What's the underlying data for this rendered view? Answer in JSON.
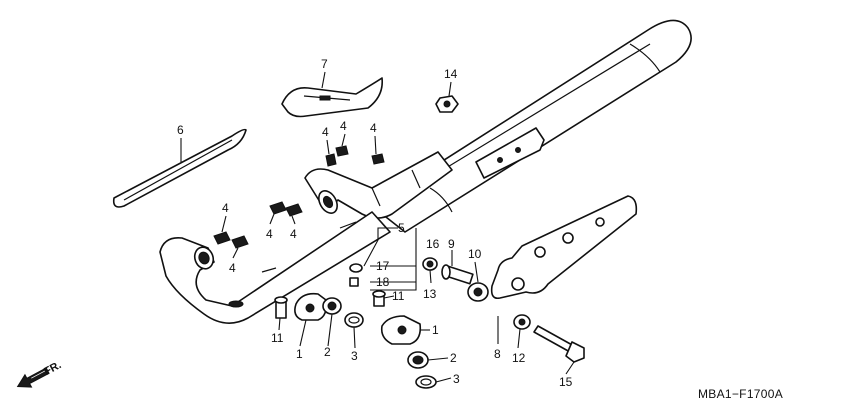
{
  "diagram_code": "MBA1−F1700A",
  "direction_label": "FR.",
  "callouts": {
    "c1a": "1",
    "c1b": "1",
    "c2a": "2",
    "c2b": "2",
    "c3a": "3",
    "c3b": "3",
    "c4a": "4",
    "c4b": "4",
    "c4c": "4",
    "c4d": "4",
    "c4e": "4",
    "c4f": "4",
    "c4g": "4",
    "c5": "5",
    "c6": "6",
    "c7": "7",
    "c8": "8",
    "c9": "9",
    "c10": "10",
    "c11a": "11",
    "c11b": "11",
    "c12": "12",
    "c13": "13",
    "c14": "14",
    "c15": "15",
    "c16": "16",
    "c17": "17",
    "c18": "18"
  }
}
